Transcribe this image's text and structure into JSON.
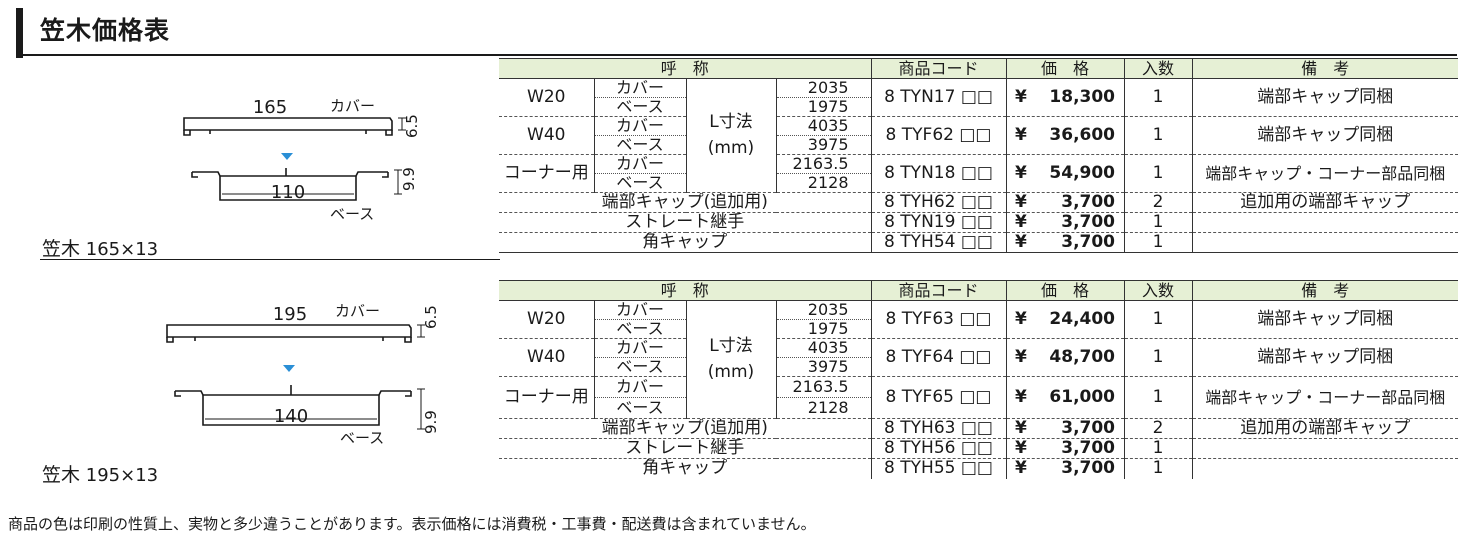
{
  "page": {
    "title": "笠木価格表"
  },
  "header": {
    "name": "呼　称",
    "code": "商品コード",
    "price": "価　格",
    "qty": "入数",
    "note": "備　考"
  },
  "footnote": "商品の色は印刷の性質上、実物と多少違うことがあります。表示価格には消費税・工事費・配送費は含まれていません。",
  "sections": [
    {
      "caption_name": "笠木",
      "caption_size": "165×13",
      "diagram": {
        "cover_label": "カバー",
        "base_label": "ベース",
        "cover_width": "165",
        "base_width": "110",
        "cover_height": "6.5",
        "base_height": "9.9"
      },
      "unit_label": "L寸法",
      "unit_sub": "(mm)",
      "rows": [
        {
          "name": "W20",
          "cover": "カバー",
          "base": "ベース",
          "len_cover": "2035",
          "len_base": "1975",
          "code": "8 TYN17 □□",
          "yen": "¥",
          "price": "18,300",
          "qty": "1",
          "note": "端部キャップ同梱"
        },
        {
          "name": "W40",
          "cover": "カバー",
          "base": "ベース",
          "len_cover": "4035",
          "len_base": "3975",
          "code": "8 TYF62 □□",
          "yen": "¥",
          "price": "36,600",
          "qty": "1",
          "note": "端部キャップ同梱"
        },
        {
          "name": "コーナー用",
          "cover": "カバー",
          "base": "ベース",
          "len_cover": "2163.5",
          "len_base": "2128",
          "code": "8 TYN18 □□",
          "yen": "¥",
          "price": "54,900",
          "qty": "1",
          "note": "端部キャップ・コーナー部品同梱"
        }
      ],
      "extras": [
        {
          "name": "端部キャップ(追加用)",
          "code": "8 TYH62 □□",
          "yen": "¥",
          "price": "3,700",
          "qty": "2",
          "note": "追加用の端部キャップ"
        },
        {
          "name": "ストレート継手",
          "code": "8 TYN19 □□",
          "yen": "¥",
          "price": "3,700",
          "qty": "1",
          "note": ""
        },
        {
          "name": "角キャップ",
          "code": "8 TYH54 □□",
          "yen": "¥",
          "price": "3,700",
          "qty": "1",
          "note": ""
        }
      ]
    },
    {
      "caption_name": "笠木",
      "caption_size": "195×13",
      "diagram": {
        "cover_label": "カバー",
        "base_label": "ベース",
        "cover_width": "195",
        "base_width": "140",
        "cover_height": "6.5",
        "base_height": "9.9"
      },
      "unit_label": "L寸法",
      "unit_sub": "(mm)",
      "rows": [
        {
          "name": "W20",
          "cover": "カバー",
          "base": "ベース",
          "len_cover": "2035",
          "len_base": "1975",
          "code": "8 TYF63 □□",
          "yen": "¥",
          "price": "24,400",
          "qty": "1",
          "note": "端部キャップ同梱"
        },
        {
          "name": "W40",
          "cover": "カバー",
          "base": "ベース",
          "len_cover": "4035",
          "len_base": "3975",
          "code": "8 TYF64 □□",
          "yen": "¥",
          "price": "48,700",
          "qty": "1",
          "note": "端部キャップ同梱"
        },
        {
          "name": "コーナー用",
          "cover": "カバー",
          "base": "ベース",
          "len_cover": "2163.5",
          "len_base": "2128",
          "code": "8 TYF65 □□",
          "yen": "¥",
          "price": "61,000",
          "qty": "1",
          "note": "端部キャップ・コーナー部品同梱"
        }
      ],
      "extras": [
        {
          "name": "端部キャップ(追加用)",
          "code": "8 TYH63 □□",
          "yen": "¥",
          "price": "3,700",
          "qty": "2",
          "note": "追加用の端部キャップ"
        },
        {
          "name": "ストレート継手",
          "code": "8 TYH56 □□",
          "yen": "¥",
          "price": "3,700",
          "qty": "1",
          "note": ""
        },
        {
          "name": "角キャップ",
          "code": "8 TYH55 □□",
          "yen": "¥",
          "price": "3,700",
          "qty": "1",
          "note": ""
        }
      ]
    }
  ],
  "colors": {
    "header_bg": "#e6f0d5",
    "arrow": "#2a8fd6",
    "ink": "#1a1a1a"
  }
}
